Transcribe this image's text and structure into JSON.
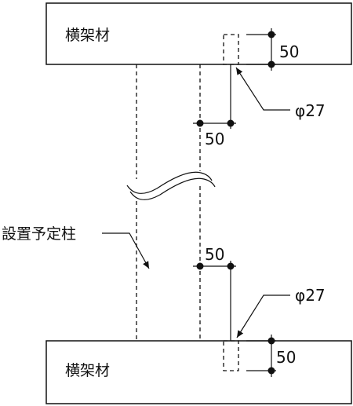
{
  "labels": {
    "top_beam": "横架材",
    "bottom_beam": "横架材",
    "column": "設置予定柱",
    "hole_top": "φ27",
    "hole_bottom": "φ27",
    "dim_top_vertical": "50",
    "dim_top_horizontal": "50",
    "dim_bottom_horizontal": "50",
    "dim_bottom_vertical": "50"
  }
}
